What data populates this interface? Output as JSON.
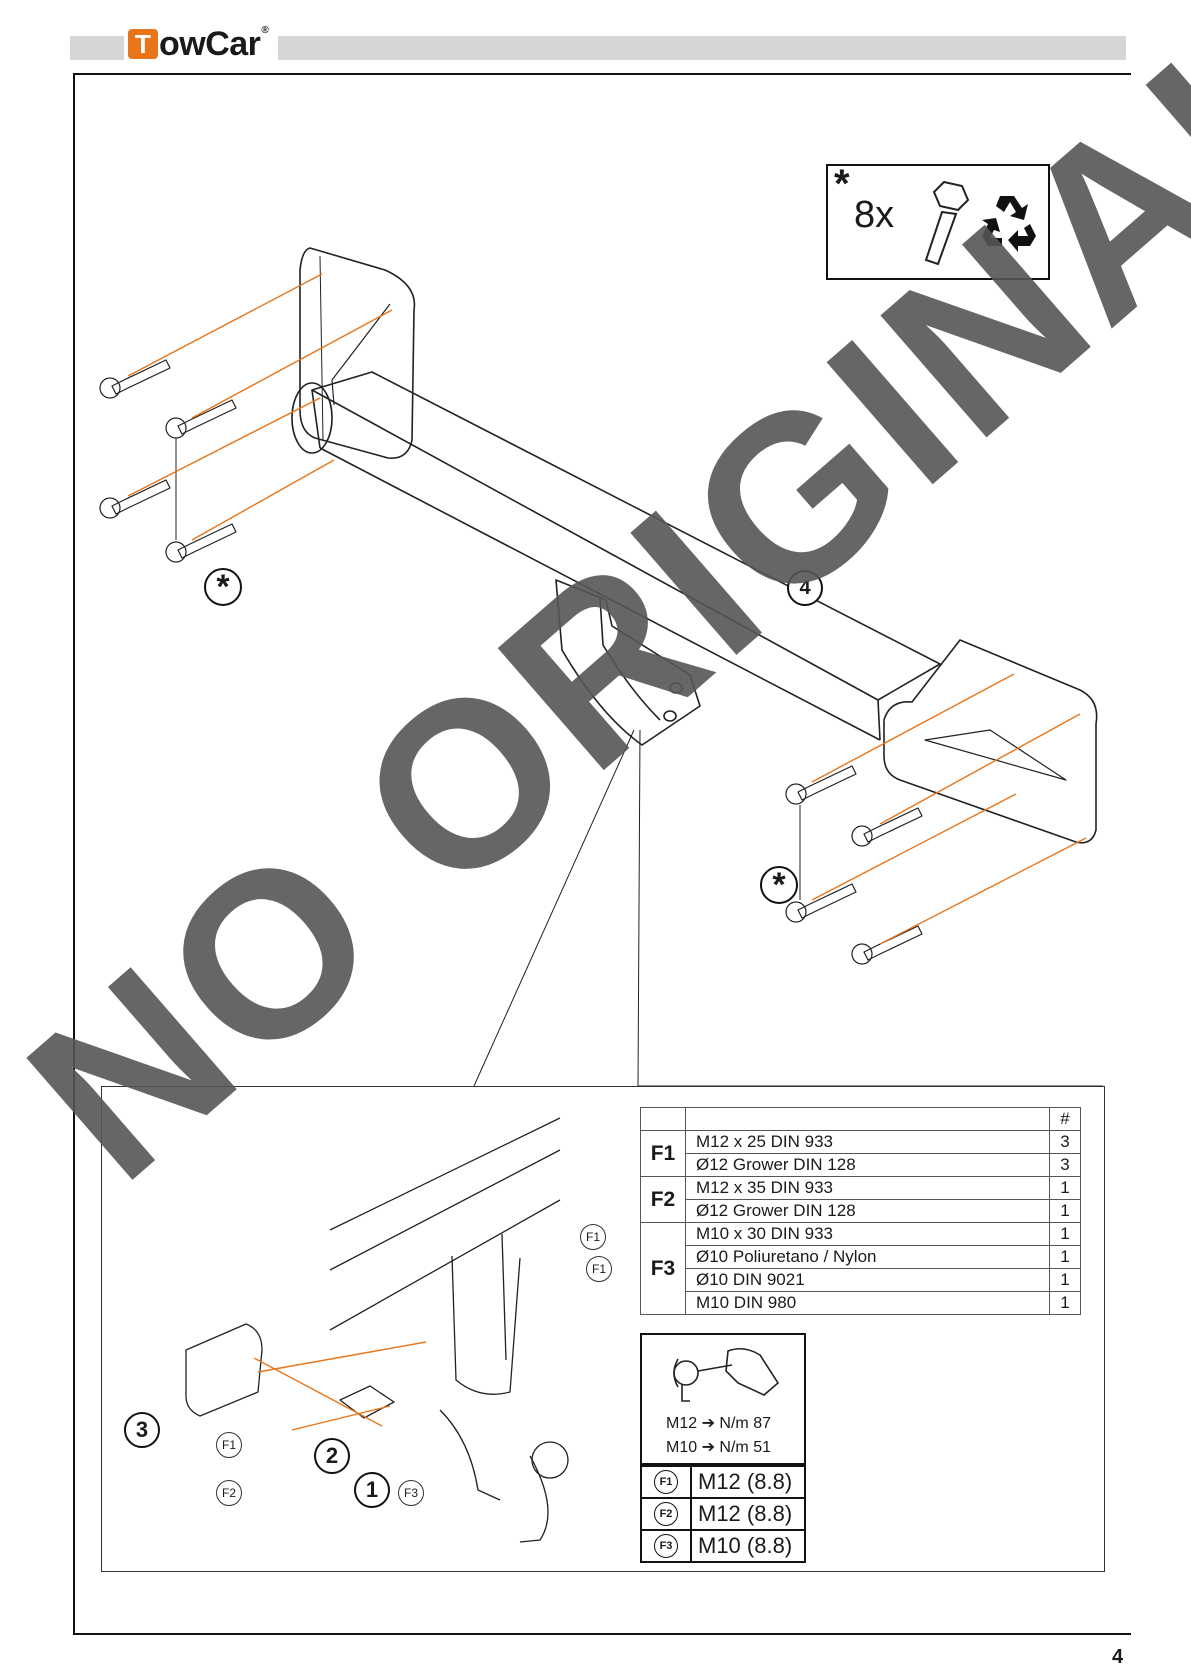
{
  "header": {
    "brand": "TowCar",
    "brand_initial": "T",
    "brand_rest": "owCar",
    "reg_mark": "®",
    "accent": "#e8751a"
  },
  "page_number": "4",
  "bolt_note": {
    "star": "*",
    "count": "8x",
    "icons": [
      "bolt-icon",
      "recycle-icon"
    ]
  },
  "callouts": {
    "part1": "1",
    "part2": "2",
    "part3": "3",
    "part4": "4",
    "star": "*"
  },
  "fastener_labels": {
    "f1": "F1",
    "f2": "F2",
    "f3": "F3"
  },
  "parts_table": {
    "qty_header": "#",
    "groups": [
      {
        "id": "F1",
        "rows": [
          {
            "desc": "M12 x 25 DIN 933",
            "qty": "3"
          },
          {
            "desc": "Ø12 Grower DIN 128",
            "qty": "3"
          }
        ]
      },
      {
        "id": "F2",
        "rows": [
          {
            "desc": "M12 x 35 DIN 933",
            "qty": "1"
          },
          {
            "desc": "Ø12 Grower DIN 128",
            "qty": "1"
          }
        ]
      },
      {
        "id": "F3",
        "rows": [
          {
            "desc": "M10 x 30 DIN 933",
            "qty": "1"
          },
          {
            "desc": "Ø10 Poliuretano / Nylon",
            "qty": "1"
          },
          {
            "desc": "Ø10 DIN 9021",
            "qty": "1"
          },
          {
            "desc": "M10 DIN 980",
            "qty": "1"
          }
        ]
      }
    ]
  },
  "torque": {
    "m12": {
      "size": "M12",
      "unit": "N/m",
      "value": "87"
    },
    "m10": {
      "size": "M10",
      "unit": "N/m",
      "value": "51"
    },
    "grades": [
      {
        "id": "F1",
        "grade": "M12 (8.8)"
      },
      {
        "id": "F2",
        "grade": "M12 (8.8)"
      },
      {
        "id": "F3",
        "grade": "M10 (8.8)"
      }
    ]
  },
  "watermark": "NO ORIGINAL"
}
